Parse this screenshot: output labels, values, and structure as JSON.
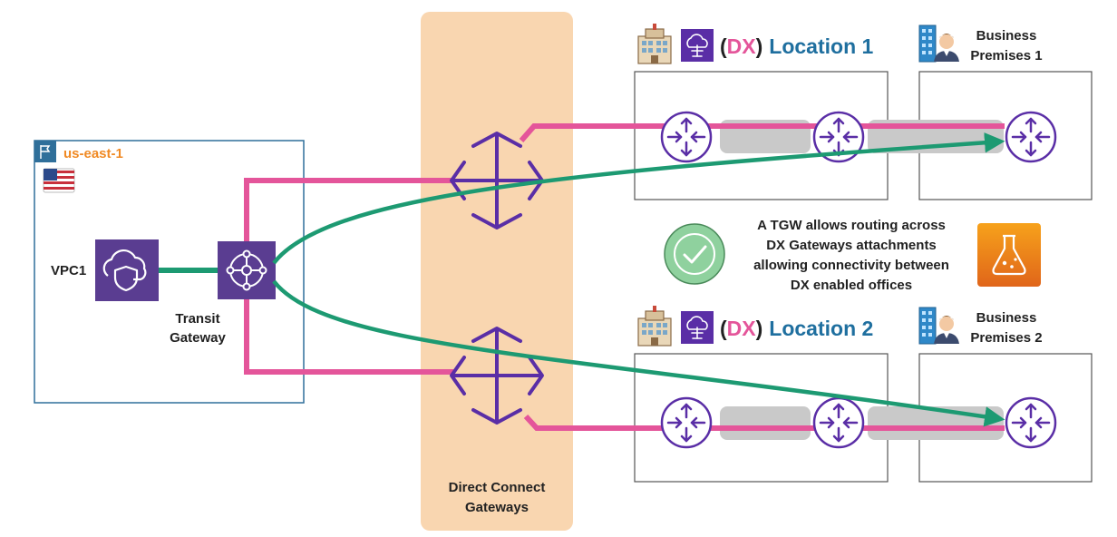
{
  "region": {
    "label": "us-east-1",
    "label_color": "#f08a24",
    "frame_color": "#2f6f9a"
  },
  "vpc": {
    "label": "VPC1",
    "icon": "vpc-shield-cloud-icon"
  },
  "tgw": {
    "label_line1": "Transit",
    "label_line2": "Gateway",
    "icon": "transit-gateway-icon"
  },
  "dx_gateways": {
    "label_line1": "Direct Connect",
    "label_line2": "Gateways",
    "band_color": "#f9d6b0",
    "icon": "dx-gateway-icon"
  },
  "locations": [
    {
      "dx_open": "(",
      "dx_text": "DX",
      "dx_close": ")",
      "name": "Location 1",
      "icons": [
        "datacenter-building-icon",
        "direct-connect-icon"
      ]
    },
    {
      "dx_open": "(",
      "dx_text": "DX",
      "dx_close": ")",
      "name": "Location 2",
      "icons": [
        "datacenter-building-icon",
        "direct-connect-icon"
      ]
    }
  ],
  "business": [
    {
      "line1": "Business",
      "line2": "Premises 1",
      "icon": "office-person-icon"
    },
    {
      "line1": "Business",
      "line2": "Premises 2",
      "icon": "office-person-icon"
    }
  ],
  "note": {
    "lines": [
      "A TGW allows routing across",
      "DX Gateways attachments",
      "allowing connectivity between",
      "DX enabled offices"
    ],
    "icons": [
      "check-circle-icon",
      "lab-flask-icon"
    ]
  },
  "colors": {
    "pink": "#e4559a",
    "green": "#1d9a72",
    "purple": "#5a2ea6",
    "blue_text": "#1f6f9f",
    "dx_pink": "#e4559a"
  }
}
